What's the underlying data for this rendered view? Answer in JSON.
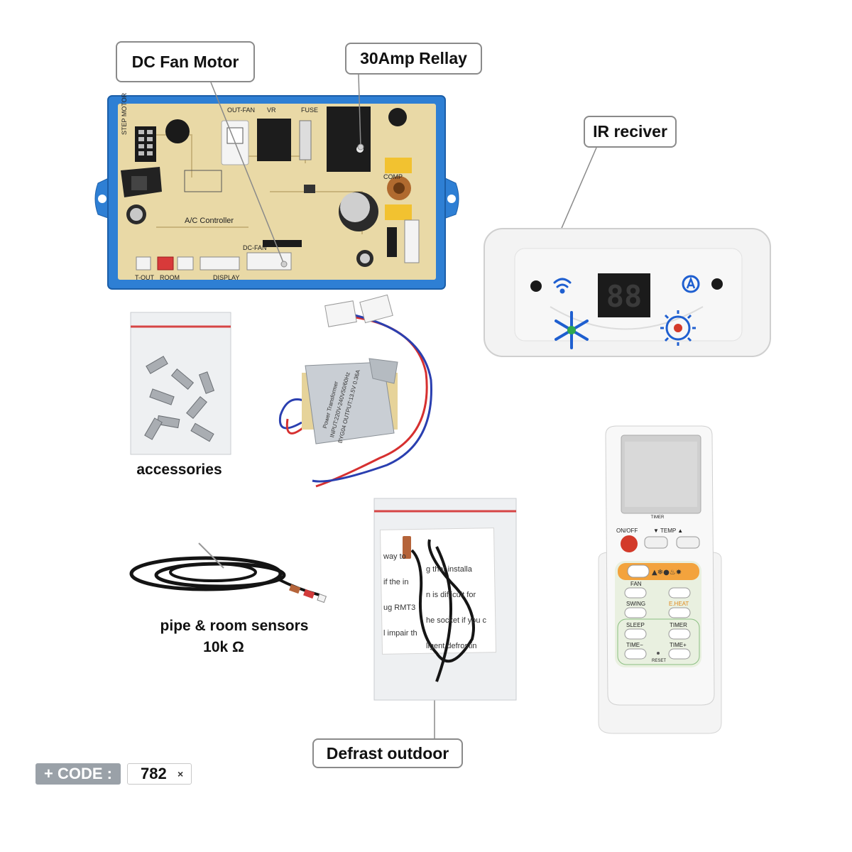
{
  "callouts": {
    "dc_fan_motor": "DC Fan Motor",
    "relay": "30Amp Rellay",
    "ir_receiver": "IR reciver",
    "defrost": "Defrast outdoor"
  },
  "captions": {
    "accessories": "accessories",
    "sensors_line1": "pipe & room sensors",
    "sensors_line2": "10k Ω"
  },
  "board": {
    "title": "A/C Controller",
    "labels": [
      "OUT-FAN",
      "VR",
      "FUSE",
      "COMP",
      "DC-FAN",
      "T-OUT",
      "ROOM",
      "DISPLAY",
      "STEP MOTOR"
    ]
  },
  "display_panel": {
    "digits": "88"
  },
  "transformer": {
    "lines": [
      "Power Transformer",
      "INPUT:220V-240V50/60Hz",
      "BYG04 OUTPUT:13.5V 0.36A"
    ]
  },
  "remote": {
    "labels": {
      "timer_screen": "TIMER",
      "onoff": "ON/OFF",
      "temp": "▼ TEMP ▲",
      "fan": "FAN",
      "swing": "SWING",
      "eheat": "E.HEAT",
      "sleep": "SLEEP",
      "timer": "TIMER",
      "time_minus": "TIME−",
      "time_plus": "TIME+",
      "reset": "RESET"
    }
  },
  "manual_lines": [
    "way to",
    "g that installa",
    "if the in",
    "n is difficult for",
    "ug RMT3",
    "he socket if you c",
    "l impair th",
    "ligent defrostin"
  ],
  "code": {
    "label": "+ CODE :",
    "value": "782",
    "close": "×"
  },
  "colors": {
    "board_frame": "#2e7fd4",
    "pcb": "#e9d9a6",
    "callout_border": "#8a8a8a",
    "code_bg": "#9aa1a8",
    "icon_blue": "#1f5fd0"
  }
}
